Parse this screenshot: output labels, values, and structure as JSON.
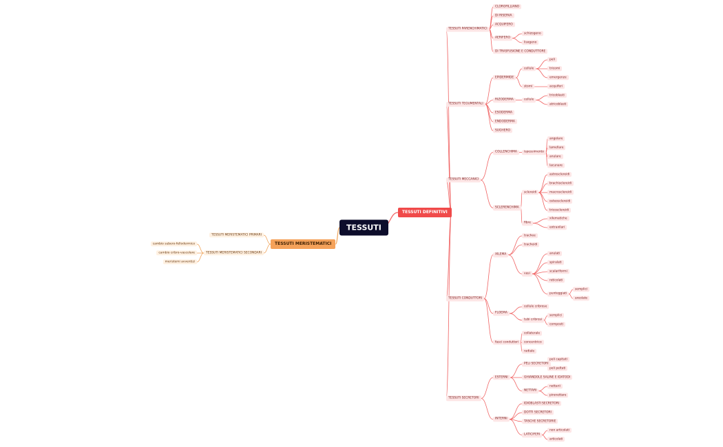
{
  "root": {
    "label": "TESSUTI"
  },
  "right_branch": {
    "label": "TESSUTI DEFINITIVI",
    "children": [
      {
        "label": "TESSUTI PARENCHIMATICI",
        "children": [
          {
            "label": "CLOROFILLIANO"
          },
          {
            "label": "DI RISERVA"
          },
          {
            "label": "ACQUIFERO"
          },
          {
            "label": "AERIFERO",
            "children": [
              {
                "label": "schizogeno"
              },
              {
                "label": "lisogeno"
              }
            ]
          },
          {
            "label": "DI TRASFUSIONE E CONDUTTORE"
          }
        ]
      },
      {
        "label": "TESSUTI TEGUMENTALI",
        "children": [
          {
            "label": "EPIDERMIDE",
            "children": [
              {
                "label": "cellule",
                "children": [
                  {
                    "label": "peli"
                  },
                  {
                    "label": "tricomi"
                  },
                  {
                    "label": "emergenze"
                  }
                ]
              },
              {
                "label": "stomi",
                "children": [
                  {
                    "label": "acquiferi"
                  }
                ]
              }
            ]
          },
          {
            "label": "RIZODERMA",
            "children": [
              {
                "label": "cellule",
                "children": [
                  {
                    "label": "tricoblasti"
                  },
                  {
                    "label": "atricoblasti"
                  }
                ]
              }
            ]
          },
          {
            "label": "ESODERMA"
          },
          {
            "label": "ENDODERMA"
          },
          {
            "label": "SUGHERO"
          }
        ]
      },
      {
        "label": "TESSUTI MECCANICI",
        "children": [
          {
            "label": "COLLENCHIMA",
            "children": [
              {
                "label": "ispessimento",
                "children": [
                  {
                    "label": "angolare"
                  },
                  {
                    "label": "lamellare"
                  },
                  {
                    "label": "anulare"
                  },
                  {
                    "label": "lacunare"
                  }
                ]
              }
            ]
          },
          {
            "label": "SCLERENCHIMA",
            "children": [
              {
                "label": "sclereidi",
                "children": [
                  {
                    "label": "astrosclereidi"
                  },
                  {
                    "label": "brachisclereidi"
                  },
                  {
                    "label": "macrosclereidi"
                  },
                  {
                    "label": "osteosclereidi"
                  },
                  {
                    "label": "tricosclereidi"
                  }
                ]
              },
              {
                "label": "fibre",
                "children": [
                  {
                    "label": "xilematiche"
                  },
                  {
                    "label": "extraxilari"
                  }
                ]
              }
            ]
          }
        ]
      },
      {
        "label": "TESSUTI CONDUTTORI",
        "children": [
          {
            "label": "XILEMA",
            "children": [
              {
                "label": "trachee"
              },
              {
                "label": "tracheidi"
              },
              {
                "label": "vasi",
                "children": [
                  {
                    "label": "anulati"
                  },
                  {
                    "label": "spiralati"
                  },
                  {
                    "label": "scalariformi"
                  },
                  {
                    "label": "reticolati"
                  },
                  {
                    "label": "punteggiati",
                    "children": [
                      {
                        "label": "semplici"
                      },
                      {
                        "label": "areolate"
                      }
                    ]
                  }
                ]
              }
            ]
          },
          {
            "label": "FLOEMA",
            "children": [
              {
                "label": "cellule cribrose"
              },
              {
                "label": "tubi cribrosi",
                "children": [
                  {
                    "label": "semplici"
                  },
                  {
                    "label": "composti"
                  }
                ]
              }
            ]
          },
          {
            "label": "fasci conduttori",
            "children": [
              {
                "label": "collaterale"
              },
              {
                "label": "concentrico"
              },
              {
                "label": "radiale"
              }
            ]
          }
        ]
      },
      {
        "label": "TESSUTI SECRETORI",
        "children": [
          {
            "label": "ESTERNI",
            "children": [
              {
                "label": "PELI SECRETORI",
                "children": [
                  {
                    "label": "peli capitati"
                  },
                  {
                    "label": "peli peltati"
                  }
                ]
              },
              {
                "label": "GHIANDOLE SALINE E IDATODI"
              },
              {
                "label": "NETTARI",
                "children": [
                  {
                    "label": "nettarii"
                  },
                  {
                    "label": "pirenettare"
                  }
                ]
              }
            ]
          },
          {
            "label": "INTERNI",
            "children": [
              {
                "label": "IDIOBLASTI SECRETORI"
              },
              {
                "label": "DOTTI SECRETORI"
              },
              {
                "label": "TASCHE SECRETORIE"
              },
              {
                "label": "LATICIFERI",
                "children": [
                  {
                    "label": "non articolati"
                  },
                  {
                    "label": "articolati"
                  }
                ]
              }
            ]
          }
        ]
      }
    ]
  },
  "left_branch": {
    "label": "TESSUTI MERISTEMATICI",
    "children": [
      {
        "label": "TESSUTI MERISTEMATICI PRIMARI"
      },
      {
        "label": "TESSUTI MERISTEMATICI SECONDARI",
        "children": [
          {
            "label": "cambio subero-fellodermico"
          },
          {
            "label": "cambio cribro-vascolare"
          },
          {
            "label": "meristemi avventizi"
          }
        ]
      }
    ]
  },
  "colors": {
    "right_link": "#f06262",
    "left_link": "#f0a45a",
    "root_bg": "#0d0d2b",
    "right_l1": "#f04a4a",
    "left_l1": "#f5a25a"
  }
}
